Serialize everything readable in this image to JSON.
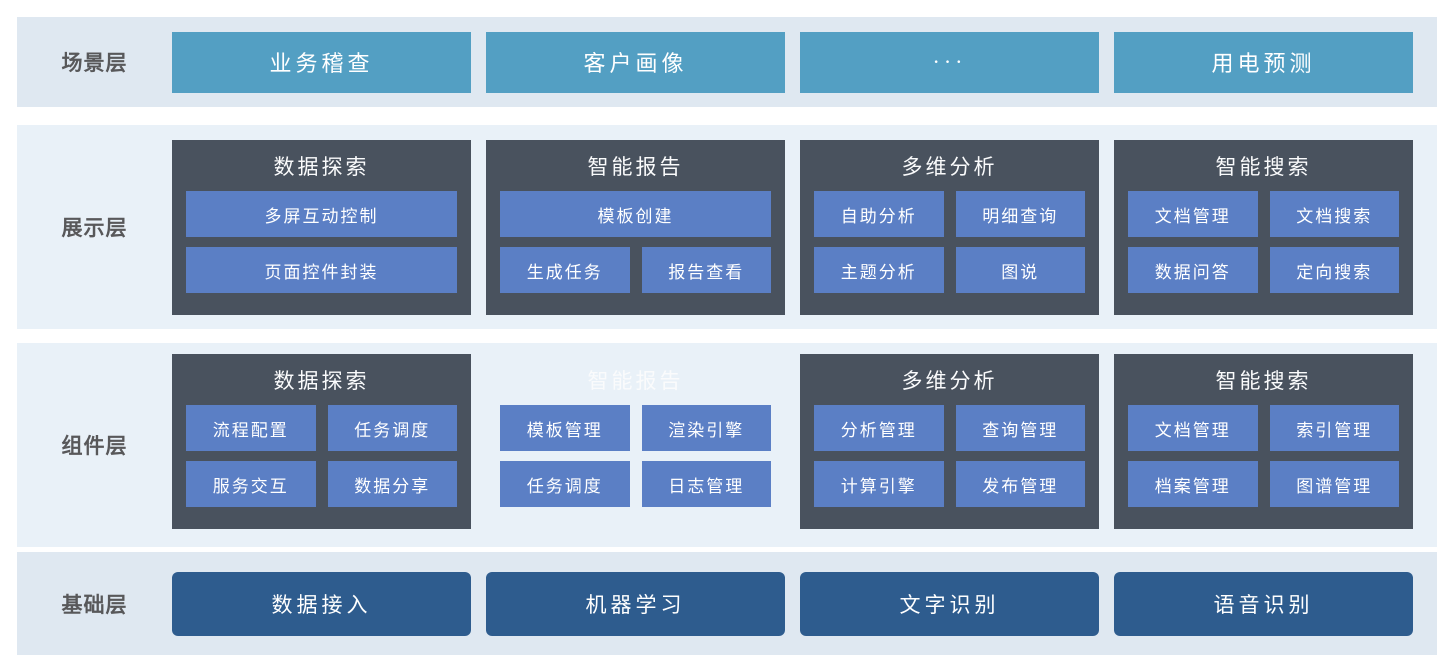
{
  "colors": {
    "band_muted": "#dfe8f1",
    "band_bright": "#e9f1f8",
    "scenario_box": "#539fc3",
    "panel": "#49525e",
    "item": "#5b7fc5",
    "foundation_box": "#2e5c8e",
    "label_text": "#58585a",
    "box_text": "#ffffff"
  },
  "layers": [
    {
      "id": "scenario",
      "label": "场景层",
      "boxes": [
        "业务稽查",
        "客户画像",
        "···",
        "用电预测"
      ]
    },
    {
      "id": "display",
      "label": "展示层",
      "groups": [
        {
          "title": "数据探索",
          "rows": [
            [
              "多屏互动控制"
            ],
            [
              "页面控件封装"
            ]
          ]
        },
        {
          "title": "智能报告",
          "rows": [
            [
              "模板创建"
            ],
            [
              "生成任务",
              "报告查看"
            ]
          ]
        },
        {
          "title": "多维分析",
          "rows": [
            [
              "自助分析",
              "明细查询"
            ],
            [
              "主题分析",
              "图说"
            ]
          ]
        },
        {
          "title": "智能搜索",
          "rows": [
            [
              "文档管理",
              "文档搜索"
            ],
            [
              "数据问答",
              "定向搜索"
            ]
          ]
        }
      ]
    },
    {
      "id": "component",
      "label": "组件层",
      "groups": [
        {
          "title": "数据探索",
          "rows": [
            [
              "流程配置",
              "任务调度"
            ],
            [
              "服务交互",
              "数据分享"
            ]
          ]
        },
        {
          "title": "智能报告",
          "ghost": true,
          "rows": [
            [
              "模板管理",
              "渲染引擎"
            ],
            [
              "任务调度",
              "日志管理"
            ]
          ]
        },
        {
          "title": "多维分析",
          "rows": [
            [
              "分析管理",
              "查询管理"
            ],
            [
              "计算引擎",
              "发布管理"
            ]
          ]
        },
        {
          "title": "智能搜索",
          "rows": [
            [
              "文档管理",
              "索引管理"
            ],
            [
              "档案管理",
              "图谱管理"
            ]
          ]
        }
      ]
    },
    {
      "id": "foundation",
      "label": "基础层",
      "boxes": [
        "数据接入",
        "机器学习",
        "文字识别",
        "语音识别"
      ]
    }
  ]
}
